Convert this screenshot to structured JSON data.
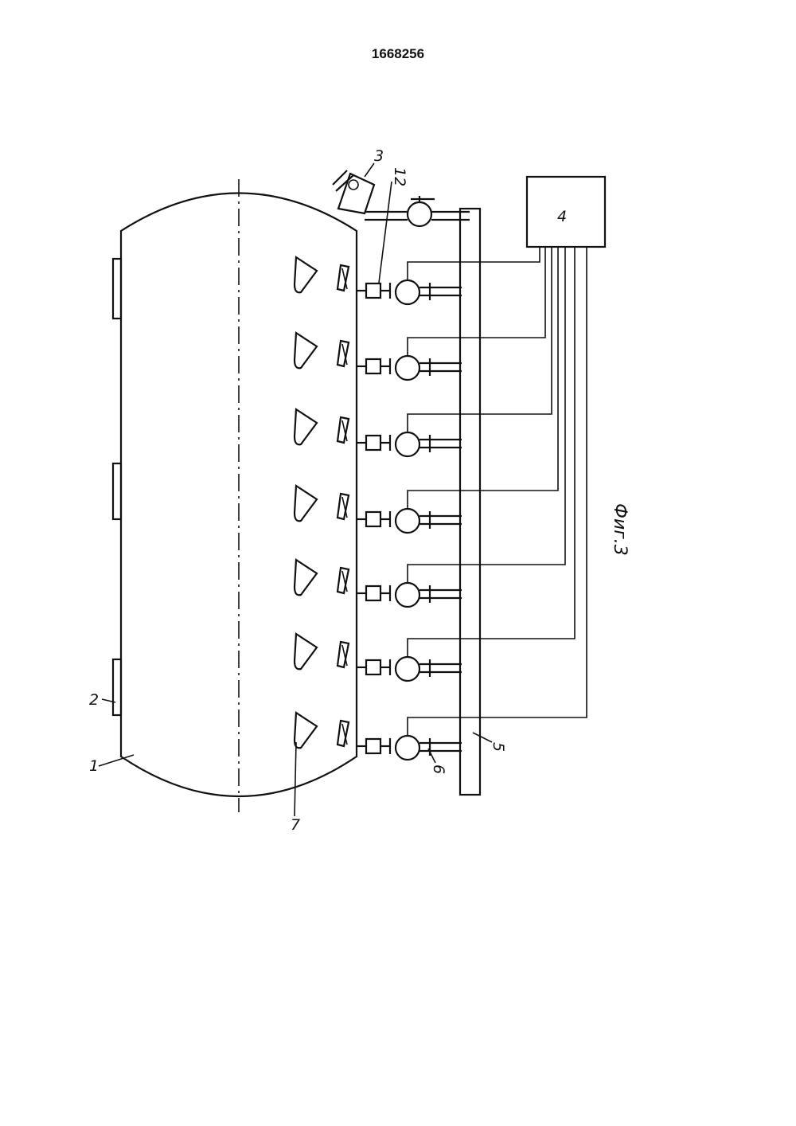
{
  "document": {
    "patent_number": "1668256"
  },
  "figure": {
    "caption": "Фиг.3",
    "labels": {
      "tank": "1",
      "support": "2",
      "top_valve": "3",
      "controller": "4",
      "manifold": "5",
      "pipe": "6",
      "nozzle": "7",
      "sensor": "12"
    },
    "unit_count": 7
  }
}
